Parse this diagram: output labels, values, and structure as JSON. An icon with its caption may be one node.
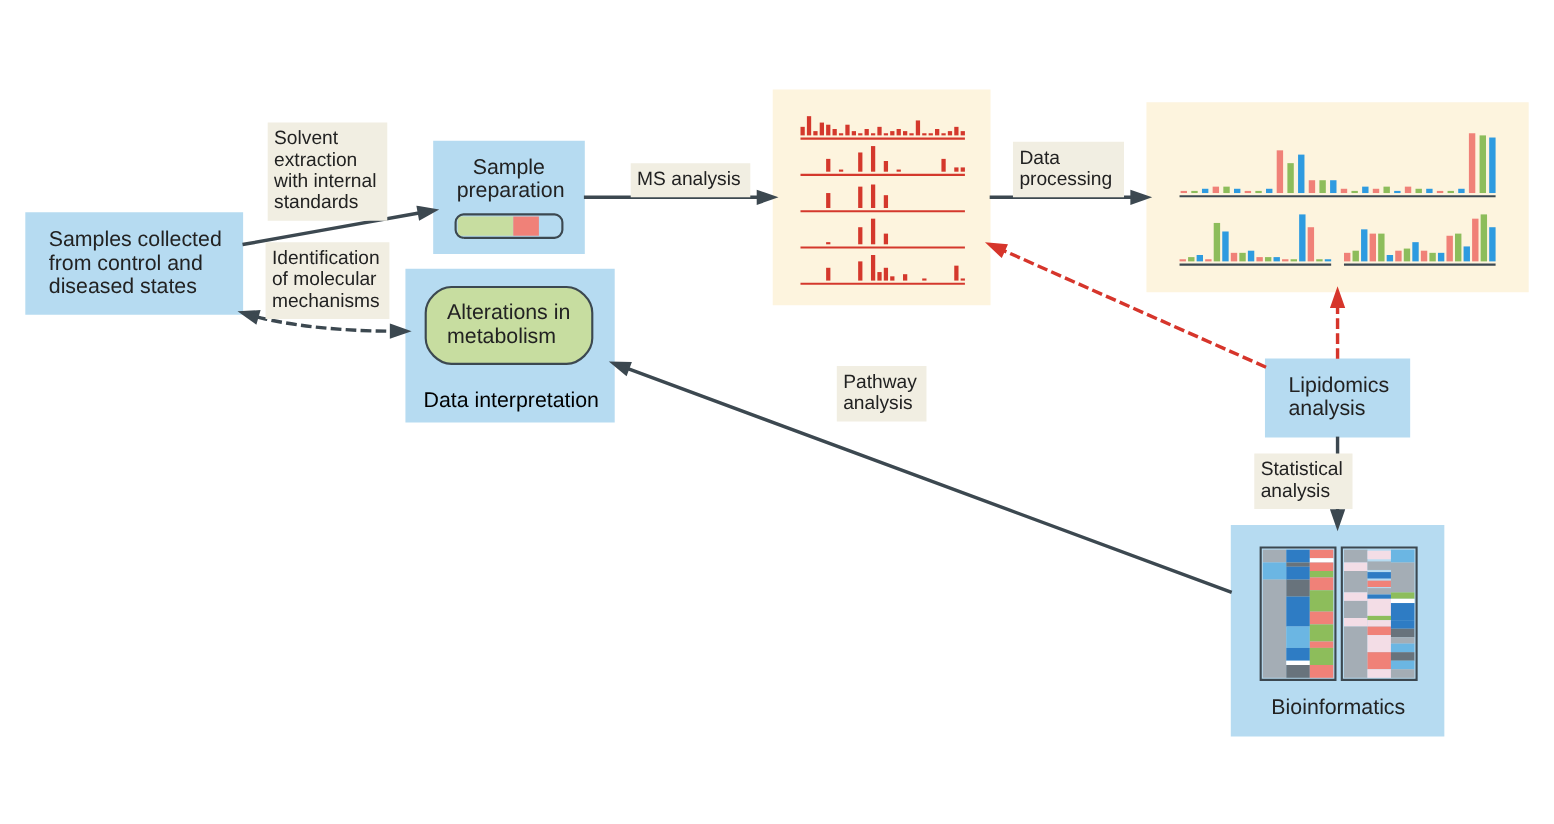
{
  "diagram": {
    "nodes": [
      {
        "text": [
          "Samples collected from control and diseased states"
        ]
      },
      {
        "text": [
          "Sample preparation"
        ]
      },
      {
        "text": [],
        "shape": "picture"
      },
      {
        "text": [],
        "shape": "picture"
      },
      {
        "text": [
          "Lipidomics analysis"
        ]
      },
      {
        "text": [
          "Bioinformatics"
        ]
      },
      {
        "text": [
          "Data interpretation"
        ]
      },
      {
        "text": [
          "Alterations in metabolism"
        ],
        "in": 6
      }
    ],
    "edges": [
      {
        "from": 0,
        "to": 1,
        "arrow": "to",
        "label": "Solvent extraction with internal standards"
      },
      {
        "from": 1,
        "to": 2,
        "arrow": "to",
        "label": "MS analysis"
      },
      {
        "from": 2,
        "to": 3,
        "arrow": "to",
        "label": "Data processing"
      },
      {
        "from": 4,
        "to": 2,
        "arrow": "to",
        "style": "dashed",
        "color": "#d6352b"
      },
      {
        "from": 4,
        "to": 3,
        "arrow": "to",
        "style": "dashed",
        "color": "#d6352b"
      },
      {
        "from": 4,
        "to": 5,
        "arrow": "to",
        "label": "Statistical analysis"
      },
      {
        "from": 5,
        "to": 6,
        "arrow": "to",
        "label": "Pathway analysis"
      },
      {
        "from": 0,
        "to": 6,
        "arrow": "both",
        "style": "dashed",
        "label": "Identification of molecular mechanisms"
      }
    ]
  }
}
